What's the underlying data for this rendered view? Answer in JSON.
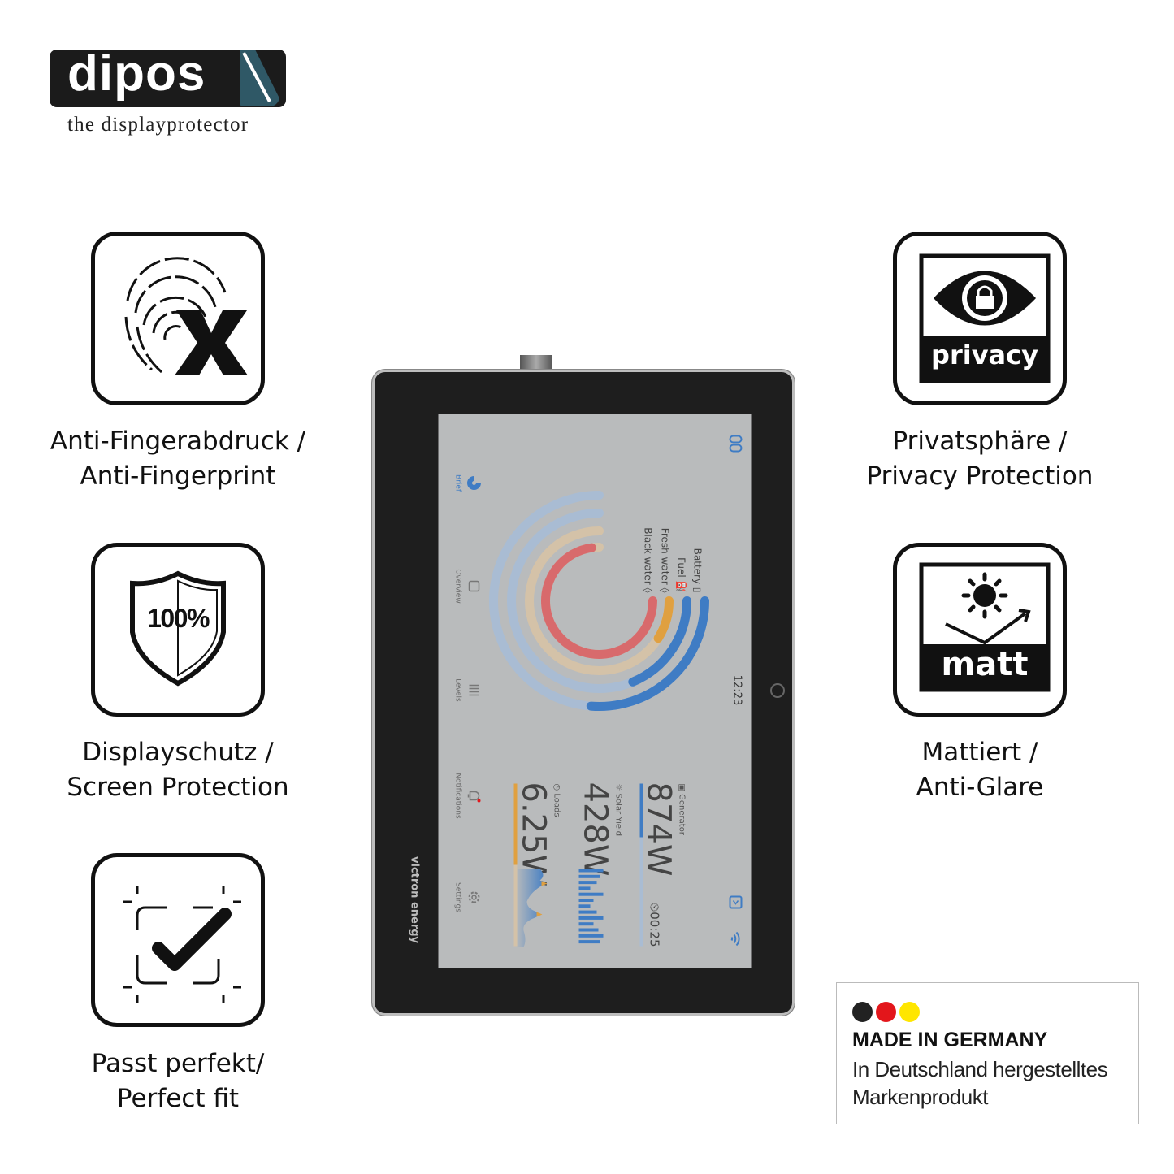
{
  "brand": {
    "name": "dipos",
    "tagline": "the displayprotector"
  },
  "features": [
    {
      "icon": "fingerprint-x-icon",
      "line1": "Anti-Fingerabdruck /",
      "line2": "Anti-Fingerprint"
    },
    {
      "icon": "shield-100-icon",
      "icon_text": "100%",
      "line1": "Displayschutz /",
      "line2": "Screen Protection"
    },
    {
      "icon": "perfect-fit-check-icon",
      "line1": "Passt perfekt/",
      "line2": "Perfect fit"
    },
    {
      "icon": "privacy-eye-lock-icon",
      "icon_text": "privacy",
      "line1": "Privatsphäre /",
      "line2": "Privacy Protection"
    },
    {
      "icon": "matt-sun-icon",
      "icon_text": "matt",
      "line1": "Mattiert /",
      "line2": "Anti-Glare"
    }
  ],
  "device": {
    "bezel_brand": "victron energy",
    "screen": {
      "clock": "12:23",
      "gauges": [
        {
          "label": "Battery",
          "icon": "battery-icon",
          "level": 0.35,
          "color": "#3f7cc4",
          "track": "#a9bcd3"
        },
        {
          "label": "Fuel",
          "icon": "fuel-icon",
          "level": 0.25,
          "color": "#3f7cc4",
          "track": "#a9bcd3"
        },
        {
          "label": "Fresh water",
          "icon": "water-drop-icon",
          "level": 0.12,
          "color": "#e0a040",
          "track": "#d4c2a8"
        },
        {
          "label": "Black water",
          "icon": "water-drop-icon",
          "level": 0.97,
          "color": "#d86a6c",
          "track": "#d4c2a8"
        }
      ],
      "generator": {
        "label": "Generator",
        "value": "874W",
        "runtime": "00:25",
        "level": 0.33,
        "color": "#3f7cc4"
      },
      "solar": {
        "label": "Solar Yield",
        "value": "428W"
      },
      "loads": {
        "label": "Loads",
        "value": "6.25W",
        "level": 0.5,
        "color": "#e0a040"
      },
      "nav": [
        {
          "label": "Brief",
          "icon": "brief-gauge-icon",
          "active": true
        },
        {
          "label": "Overview",
          "icon": "overview-square-icon"
        },
        {
          "label": "Levels",
          "icon": "levels-bars-icon"
        },
        {
          "label": "Notifications",
          "icon": "bell-icon"
        },
        {
          "label": "Settings",
          "icon": "gear-icon"
        }
      ],
      "accent": "#3f7cc4"
    }
  },
  "made_in": {
    "title": "MADE IN GERMANY",
    "line1": "In Deutschland hergestelltes",
    "line2": "Markenprodukt",
    "flag_colors": [
      "#222222",
      "#e3161b",
      "#ffe600"
    ]
  }
}
